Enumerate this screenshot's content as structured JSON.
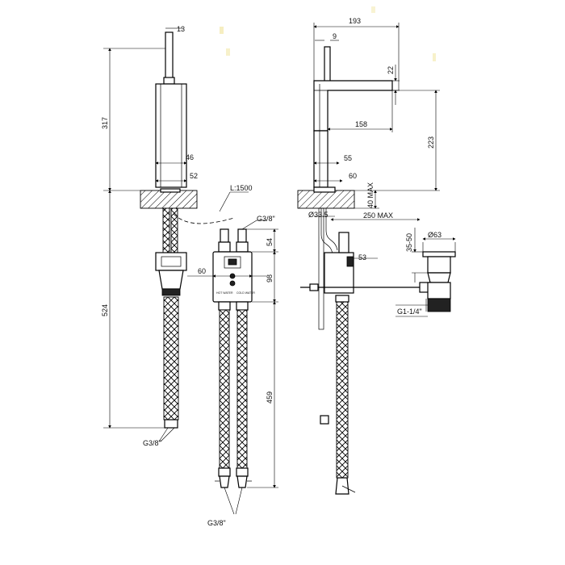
{
  "dimensions": {
    "front": {
      "spout_diameter": "13",
      "height_above_deck": "317",
      "body_width": "46",
      "base_width": "52",
      "hose_length": "524",
      "hose_thread": "G3/8\""
    },
    "control_box": {
      "cable_length": "L:1500",
      "inlet_thread": "G3/8\"",
      "inlet_height": "54",
      "box_width": "60",
      "box_height": "98",
      "hose_length": "459",
      "outlet_thread": "G3/8\"",
      "label_left": "HOT WATER",
      "label_right": "COLD WATER"
    },
    "side": {
      "reach": "193",
      "lever_diameter": "9",
      "lever_height": "22",
      "spout_projection": "158",
      "spout_height": "223",
      "body_depth": "55",
      "base_depth": "60",
      "deck_thickness_max": "40 MAX",
      "hole_diameter": "Ø33.5",
      "rod_length_max": "250 MAX",
      "box_height": "53"
    },
    "waste": {
      "flange_diameter": "Ø63",
      "flange_range": "35-50",
      "thread": "G1-1/4\""
    }
  }
}
